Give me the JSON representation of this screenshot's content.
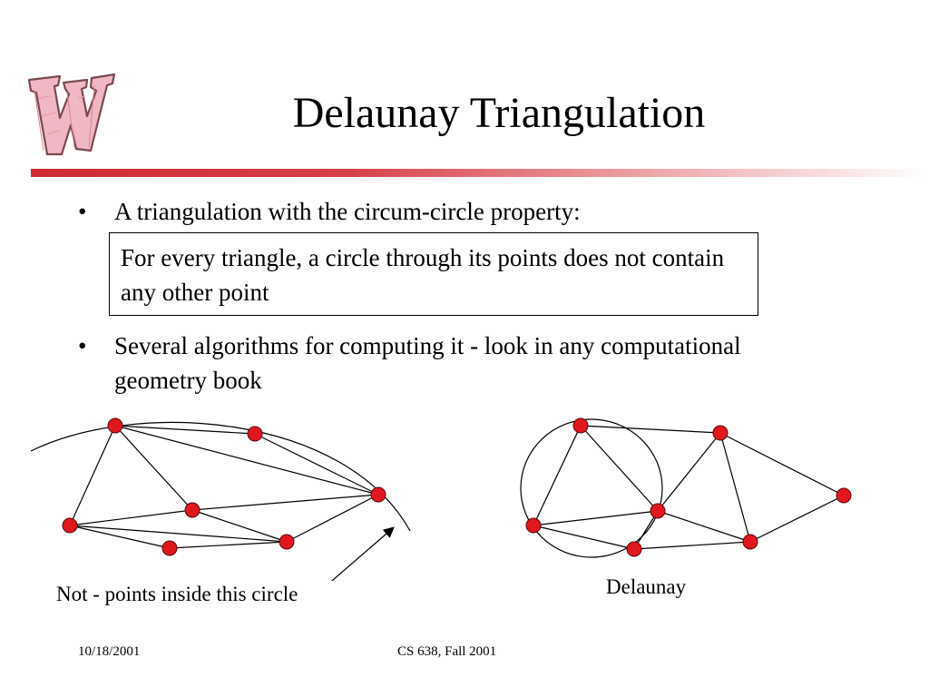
{
  "slide": {
    "title": "Delaunay Triangulation",
    "logo_icon": "wisconsin-w-logo",
    "accent_color": "#cf2a33"
  },
  "bullets": [
    {
      "marker": "•",
      "text": "A triangulation with the circum-circle property:"
    },
    {
      "marker": "•",
      "text": "Several algorithms for computing it - look in any computational geometry book"
    }
  ],
  "definition_box": {
    "text": "For every triangle, a circle through its points does not contain any other point"
  },
  "figure": {
    "point_color": "#e0181e",
    "left_caption": "Not - points inside this circle",
    "right_caption": "Delaunay"
  },
  "footer": {
    "date": "10/18/2001",
    "course": "CS 638, Fall 2001"
  }
}
